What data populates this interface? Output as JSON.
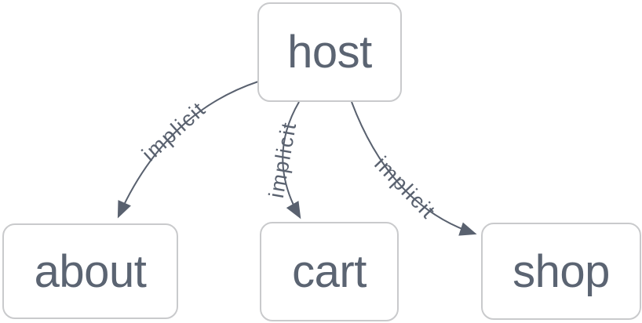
{
  "diagram": {
    "type": "graph",
    "nodes": [
      {
        "id": "host",
        "label": "host"
      },
      {
        "id": "about",
        "label": "about"
      },
      {
        "id": "cart",
        "label": "cart"
      },
      {
        "id": "shop",
        "label": "shop"
      }
    ],
    "edges": [
      {
        "from": "host",
        "to": "about",
        "label": "implicit"
      },
      {
        "from": "host",
        "to": "cart",
        "label": "implicit"
      },
      {
        "from": "host",
        "to": "shop",
        "label": "implicit"
      }
    ],
    "colors": {
      "background": "#ffffff",
      "node_background": "#ffffff",
      "node_border": "#c9cacc",
      "node_text": "#5b6472",
      "edge_stroke": "#59616f",
      "edge_label_text": "#59616f"
    }
  }
}
